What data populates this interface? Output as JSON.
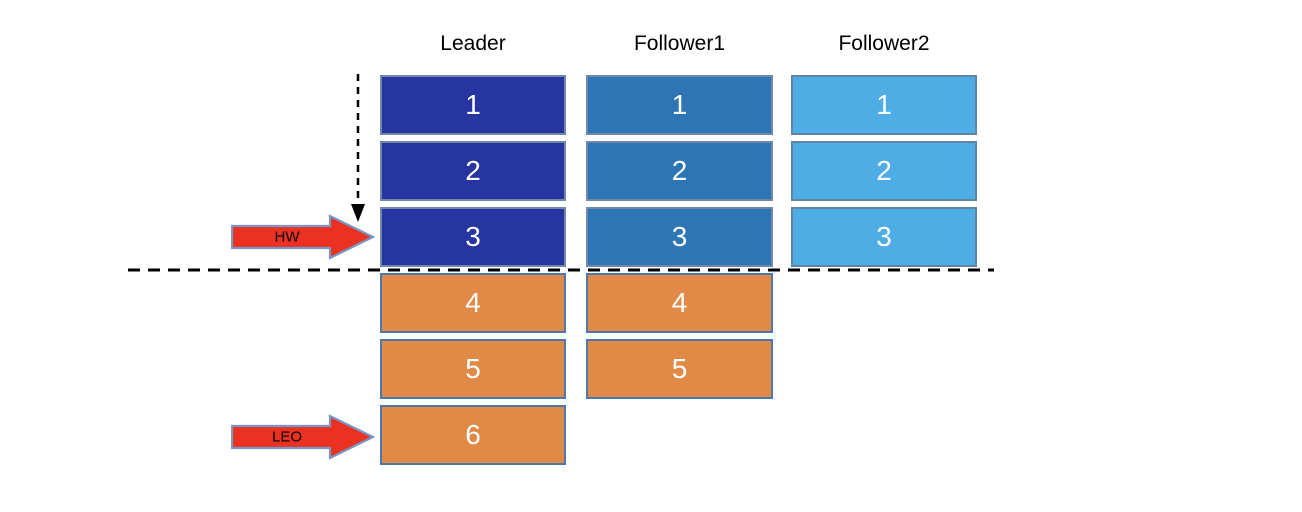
{
  "diagram": {
    "columns": [
      {
        "id": "leader",
        "label": "Leader",
        "blocks": [
          {
            "label": "1",
            "committed": true
          },
          {
            "label": "2",
            "committed": true
          },
          {
            "label": "3",
            "committed": true
          },
          {
            "label": "4",
            "committed": false
          },
          {
            "label": "5",
            "committed": false
          },
          {
            "label": "6",
            "committed": false
          }
        ]
      },
      {
        "id": "follower1",
        "label": "Follower1",
        "blocks": [
          {
            "label": "1",
            "committed": true
          },
          {
            "label": "2",
            "committed": true
          },
          {
            "label": "3",
            "committed": true
          },
          {
            "label": "4",
            "committed": false
          },
          {
            "label": "5",
            "committed": false
          }
        ]
      },
      {
        "id": "follower2",
        "label": "Follower2",
        "blocks": [
          {
            "label": "1",
            "committed": true
          },
          {
            "label": "2",
            "committed": true
          },
          {
            "label": "3",
            "committed": true
          }
        ]
      }
    ],
    "pointers": {
      "hw": {
        "label": "HW"
      },
      "leo": {
        "label": "LEO"
      }
    },
    "colors": {
      "leader_fill": "#2735A1",
      "follower1_fill": "#2E75B6",
      "follower2_fill": "#4FADE6",
      "uncommitted_fill": "#E18A48",
      "blue_border": "#7089AB",
      "follower2_border": "#5F84A4",
      "uncommitted_border": "#4B79AD",
      "pointer_fill": "#EB3222",
      "pointer_border": "#7897C5",
      "dash_line": "#000000",
      "block_text": "#FFFFFF",
      "label_text": "#000000"
    }
  }
}
